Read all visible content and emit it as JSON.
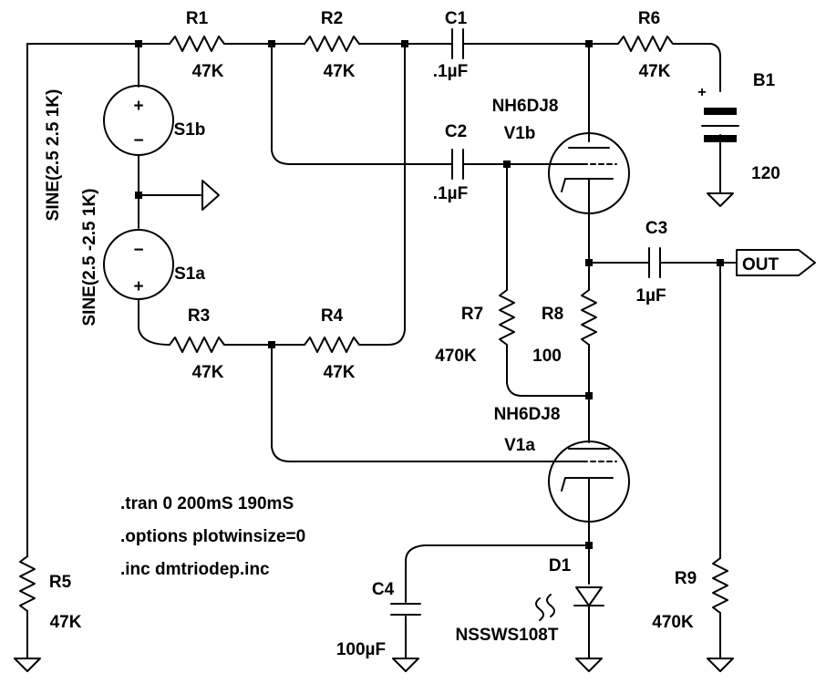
{
  "components": {
    "r1": {
      "name": "R1",
      "value": "47K"
    },
    "r2": {
      "name": "R2",
      "value": "47K"
    },
    "r3": {
      "name": "R3",
      "value": "47K"
    },
    "r4": {
      "name": "R4",
      "value": "47K"
    },
    "r5": {
      "name": "R5",
      "value": "47K"
    },
    "r6": {
      "name": "R6",
      "value": "47K"
    },
    "r7": {
      "name": "R7",
      "value": "470K"
    },
    "r8": {
      "name": "R8",
      "value": "100"
    },
    "r9": {
      "name": "R9",
      "value": "470K"
    },
    "c1": {
      "name": "C1",
      "value": ".1µF"
    },
    "c2": {
      "name": "C2",
      "value": ".1µF"
    },
    "c3": {
      "name": "C3",
      "value": "1µF"
    },
    "c4": {
      "name": "C4",
      "value": "100µF"
    },
    "b1": {
      "name": "B1",
      "value": "120"
    },
    "s1a": {
      "name": "S1a",
      "value": "SINE(2.5 -2.5 1K)"
    },
    "s1b": {
      "name": "S1b",
      "value": "SINE(2.5 2.5 1K)"
    },
    "v1a": {
      "name": "V1a",
      "model": "NH6DJ8"
    },
    "v1b": {
      "name": "V1b",
      "model": "NH6DJ8"
    },
    "d1": {
      "name": "D1",
      "model": "NSSWS108T"
    }
  },
  "output_label": "OUT",
  "directives": [
    ".tran 0 200mS 190mS",
    ".options plotwinsize=0",
    ".inc dmtriodep.inc"
  ],
  "symbols": {
    "plus": "+",
    "minus": "−"
  }
}
